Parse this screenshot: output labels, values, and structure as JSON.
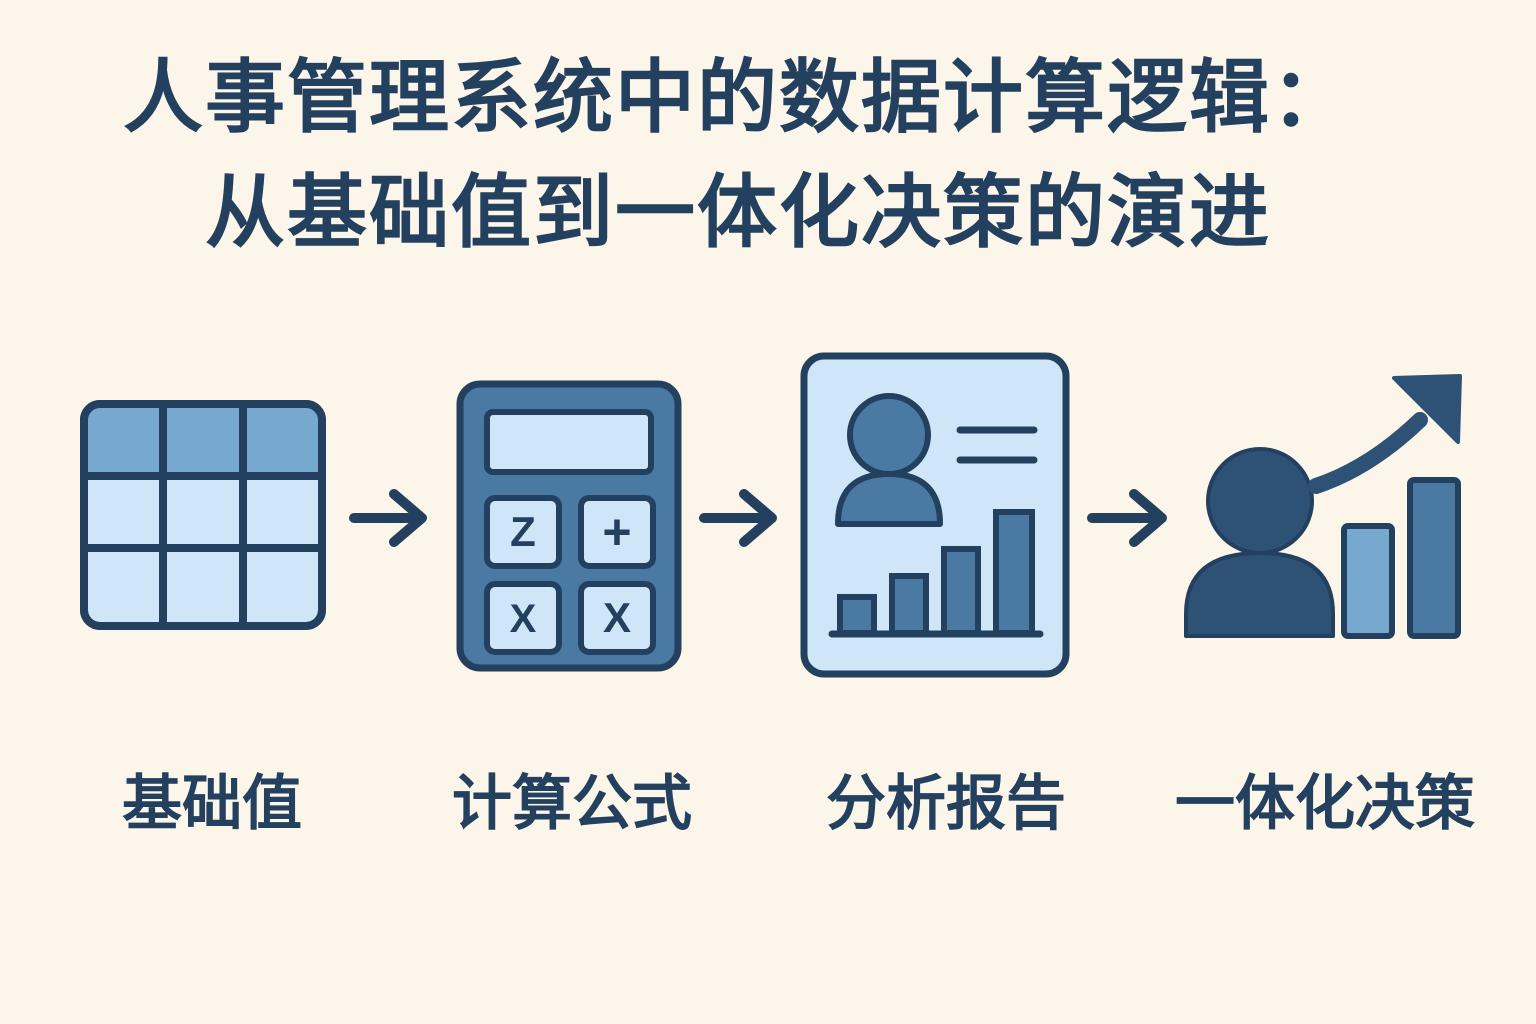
{
  "title": {
    "line1": "人事管理系统中的数据计算逻辑：",
    "line2": "从基础值到一体化决策的演进"
  },
  "steps": [
    {
      "label": "基础值",
      "icon": "table-grid-icon"
    },
    {
      "label": "计算公式",
      "icon": "calculator-icon"
    },
    {
      "label": "分析报告",
      "icon": "report-profile-chart-icon"
    },
    {
      "label": "一体化决策",
      "icon": "person-growth-chart-icon"
    }
  ],
  "calculator_keys": [
    "Z",
    "+",
    "X",
    "X"
  ],
  "colors": {
    "background": "#fcf5ea",
    "dark_navy": "#23405e",
    "mid_blue": "#4a7aa3",
    "light_blue": "#cfe6f8",
    "header_blue": "#77a8cd"
  }
}
